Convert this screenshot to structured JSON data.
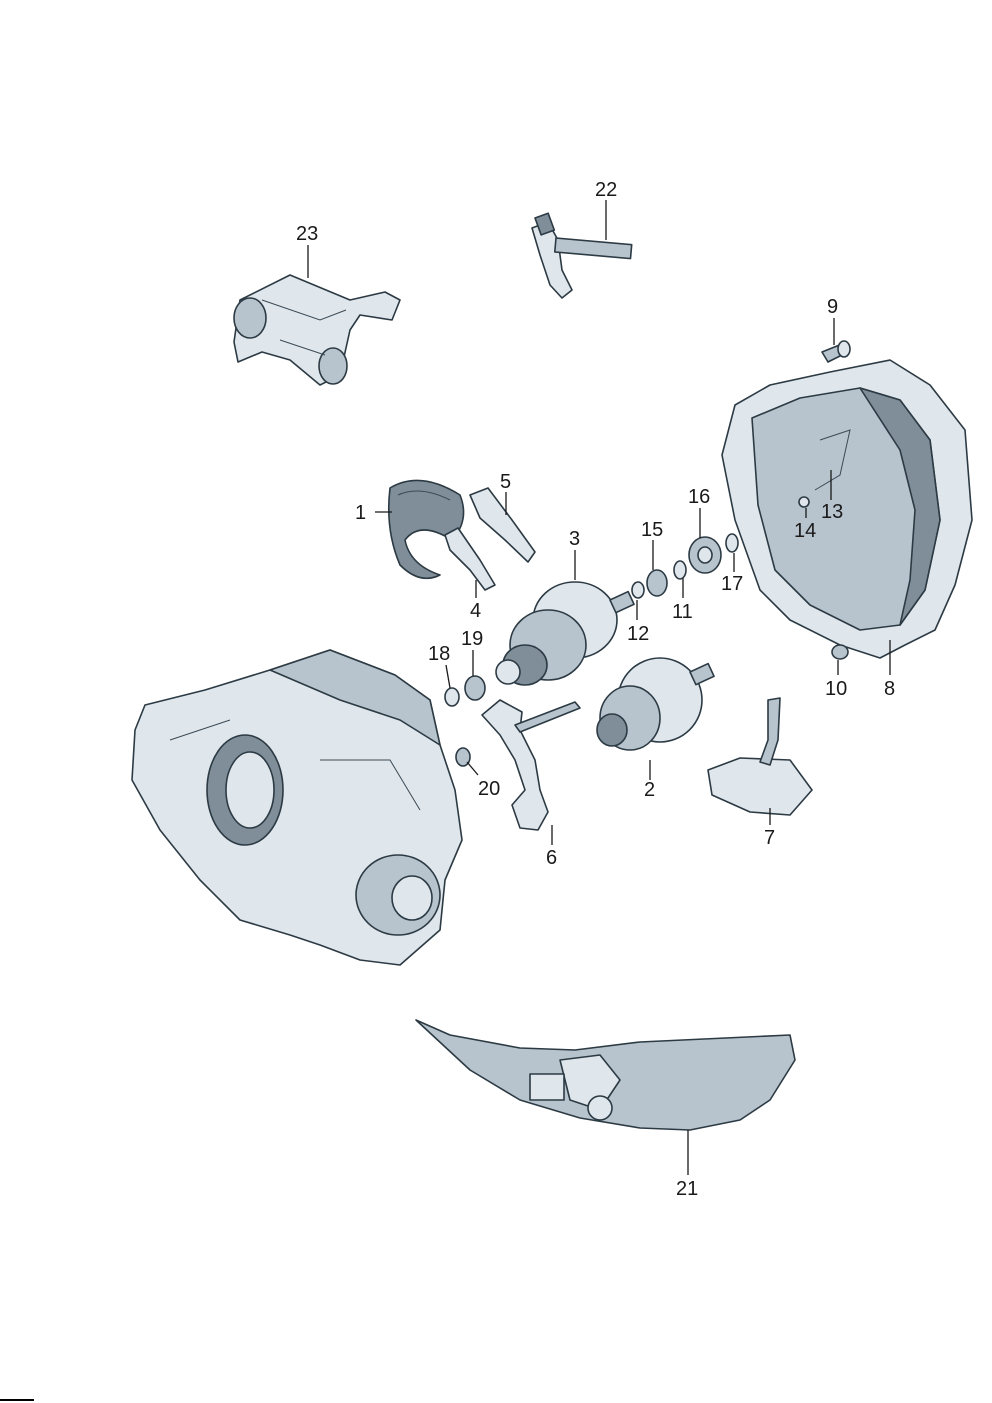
{
  "diagram": {
    "callouts": [
      {
        "id": "1",
        "label": "1"
      },
      {
        "id": "2",
        "label": "2"
      },
      {
        "id": "3",
        "label": "3"
      },
      {
        "id": "4",
        "label": "4"
      },
      {
        "id": "5",
        "label": "5"
      },
      {
        "id": "6",
        "label": "6"
      },
      {
        "id": "7",
        "label": "7"
      },
      {
        "id": "8",
        "label": "8"
      },
      {
        "id": "9",
        "label": "9"
      },
      {
        "id": "10",
        "label": "10"
      },
      {
        "id": "11",
        "label": "11"
      },
      {
        "id": "12",
        "label": "12"
      },
      {
        "id": "13",
        "label": "13"
      },
      {
        "id": "14",
        "label": "14"
      },
      {
        "id": "15",
        "label": "15"
      },
      {
        "id": "16",
        "label": "16"
      },
      {
        "id": "17",
        "label": "17"
      },
      {
        "id": "18",
        "label": "18"
      },
      {
        "id": "19",
        "label": "19"
      },
      {
        "id": "20",
        "label": "20"
      },
      {
        "id": "21",
        "label": "21"
      },
      {
        "id": "22",
        "label": "22"
      },
      {
        "id": "23",
        "label": "23"
      }
    ],
    "colors": {
      "line": "#2c3a44",
      "fill_light": "#dfe6ec",
      "fill_mid": "#b7c3cd",
      "fill_dark": "#7f8e99",
      "text": "#1a1a1a"
    }
  }
}
